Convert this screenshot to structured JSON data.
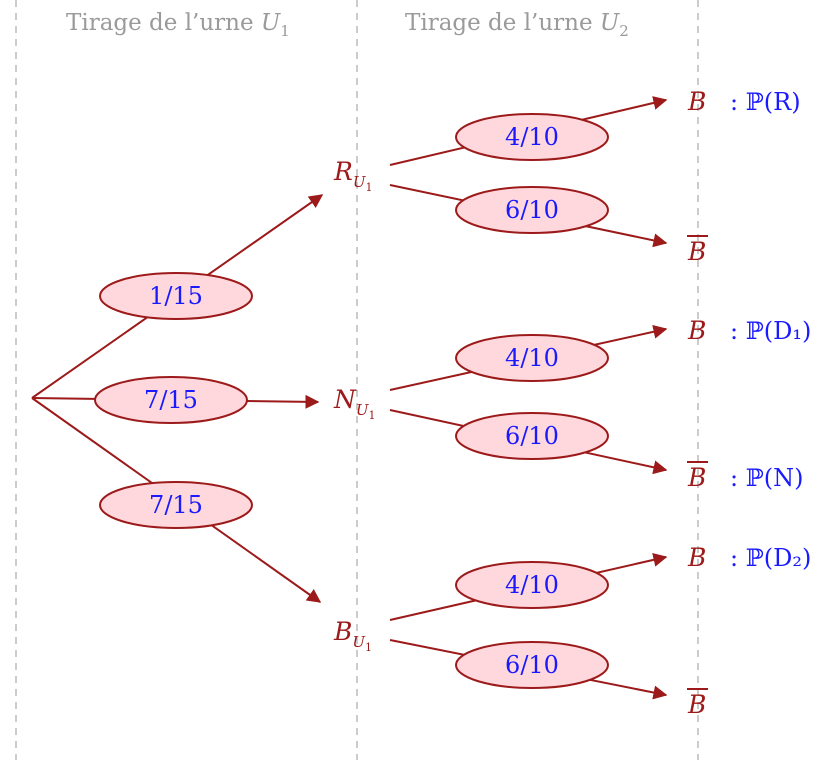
{
  "headers": {
    "u1_prefix": "Tirage de l’urne ",
    "u1_var": "U",
    "u1_sub": "1",
    "u2_prefix": "Tirage de l’urne ",
    "u2_var": "U",
    "u2_sub": "2"
  },
  "first_level": [
    {
      "prob": "1/15",
      "node": "R",
      "node_sub": "U",
      "node_subsub": "1"
    },
    {
      "prob": "7/15",
      "node": "N",
      "node_sub": "U",
      "node_subsub": "1"
    },
    {
      "prob": "7/15",
      "node": "B",
      "node_sub": "U",
      "node_subsub": "1"
    }
  ],
  "second_level": [
    {
      "branch_probs": [
        "4/10",
        "6/10"
      ],
      "outcomes": [
        {
          "label": "B",
          "prob_text": ": ℙ(R)"
        },
        {
          "label": "B",
          "bar": true,
          "prob_text": ""
        }
      ]
    },
    {
      "branch_probs": [
        "4/10",
        "6/10"
      ],
      "outcomes": [
        {
          "label": "B",
          "prob_text": ": ℙ(D₁)"
        },
        {
          "label": "B",
          "bar": true,
          "prob_text": ": ℙ(N)"
        }
      ]
    },
    {
      "branch_probs": [
        "4/10",
        "6/10"
      ],
      "outcomes": [
        {
          "label": "B",
          "prob_text": ": ℙ(D₂)"
        },
        {
          "label": "B",
          "bar": true,
          "prob_text": ""
        }
      ]
    }
  ],
  "colors": {
    "edge": "#9c1a1a",
    "pill_fill": "#ffd8de",
    "prob_text": "#1a1aff",
    "header_text": "#9a9a9a"
  }
}
